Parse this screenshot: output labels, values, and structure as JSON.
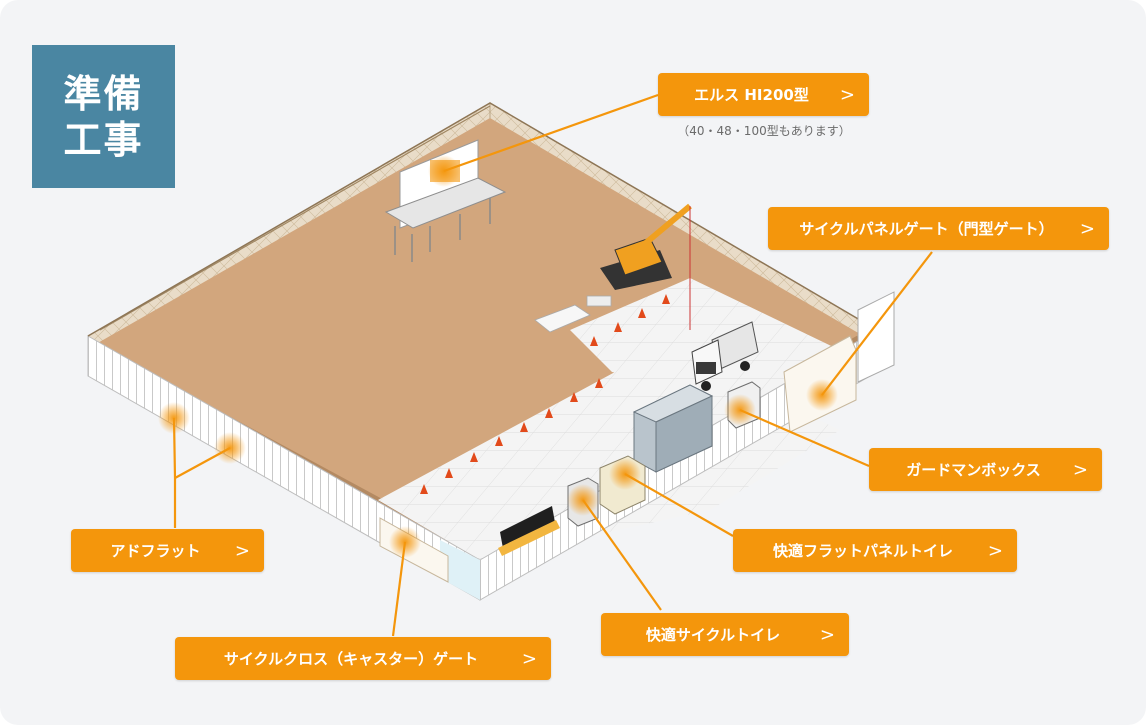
{
  "title": {
    "line1": "準備",
    "line2": "工事"
  },
  "callouts": {
    "els": {
      "label": "エルス HI200型",
      "note": "（40・48・100型もあります）"
    },
    "cycle_panel_gate": {
      "label": "サイクルパネルゲート（門型ゲート）"
    },
    "guardman_box": {
      "label": "ガードマンボックス"
    },
    "flat_panel_toilet": {
      "label": "快適フラットパネルトイレ"
    },
    "cycle_toilet": {
      "label": "快適サイクルトイレ"
    },
    "cycle_cross_gate": {
      "label": "サイクルクロス（キャスター）ゲート"
    },
    "adflat": {
      "label": "アドフラット"
    }
  },
  "icons": {
    "chevron": "chevron-right-icon",
    "arrow_glyph": ">"
  },
  "colors": {
    "accent": "#f4960c",
    "title_box": "#4a86a2",
    "ground": "#d2a67d",
    "pavement": "#f2f2f2",
    "background": "#f3f4f6"
  }
}
